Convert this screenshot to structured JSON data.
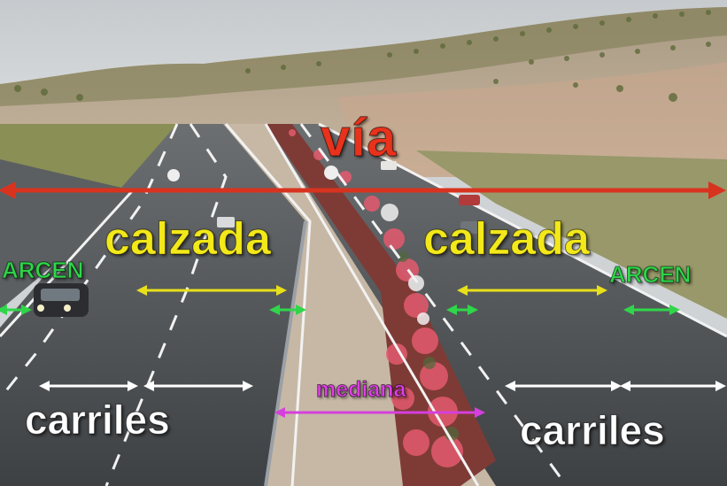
{
  "labels": {
    "via": "vía",
    "calzada_left": "calzada",
    "calzada_right": "calzada",
    "arcen_left": "ARCEN",
    "arcen_right": "ARCEN",
    "mediana": "mediana",
    "carriles_left": "carriles",
    "carriles_right": "carriles"
  },
  "colors": {
    "via": "#e8321c",
    "calzada": "#f3e81a",
    "arcen": "#2fd64a",
    "mediana": "#e040e6",
    "carriles": "#ffffff"
  }
}
